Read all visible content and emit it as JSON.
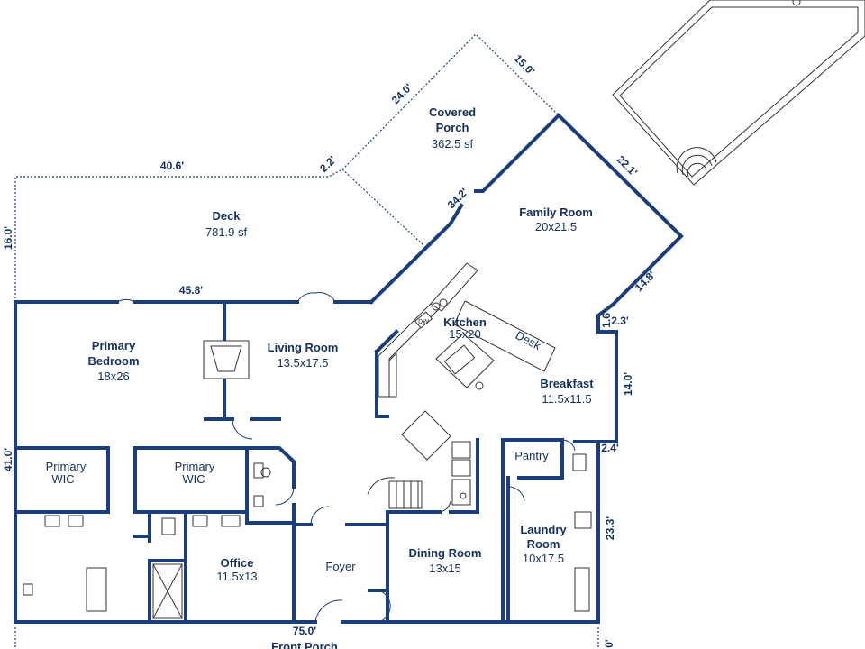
{
  "rooms": {
    "covered_porch": {
      "name": "Covered\nPorch",
      "line1": "Covered",
      "line2": "Porch",
      "area": "362.5 sf"
    },
    "deck": {
      "name": "Deck",
      "area": "781.9 sf"
    },
    "family_room": {
      "name": "Family Room",
      "size": "20x21.5"
    },
    "kitchen": {
      "name": "Kitchen",
      "size": "15x20"
    },
    "desk": {
      "name": "Desk"
    },
    "primary_bedroom": {
      "line1": "Primary",
      "line2": "Bedroom",
      "size": "18x26"
    },
    "living_room": {
      "name": "Living Room",
      "size": "13.5x17.5"
    },
    "breakfast": {
      "name": "Breakfast",
      "size": "11.5x11.5"
    },
    "primary_wic_1": {
      "line1": "Primary",
      "line2": "WIC"
    },
    "primary_wic_2": {
      "line1": "Primary",
      "line2": "WIC"
    },
    "pantry": {
      "name": "Pantry"
    },
    "laundry_room": {
      "line1": "Laundry",
      "line2": "Room",
      "size": "10x17.5"
    },
    "office": {
      "name": "Office",
      "size": "11.5x13"
    },
    "foyer": {
      "name": "Foyer"
    },
    "dining_room": {
      "name": "Dining Room",
      "size": "13x15"
    },
    "front_porch": {
      "name": "Front Porch"
    }
  },
  "dimensions": {
    "d_40_6": "40.6'",
    "d_2_2": "2.2'",
    "d_24_0": "24.0'",
    "d_15_0": "15.0'",
    "d_22_1": "22.1'",
    "d_34_2": "34.2'",
    "d_16_0": "16.0'",
    "d_45_8": "45.8'",
    "d_14_8": "14.8'",
    "d_2_3": "2.3'",
    "d_1_6": "1.6'",
    "d_14_0": "14.0'",
    "d_2_4": "2.4'",
    "d_41_0": "41.0'",
    "d_23_3": "23.3'",
    "d_75_0": "75.0'",
    "d_right_edge": "0'"
  },
  "appliance_labels": {
    "dishwasher": "DW"
  },
  "colors": {
    "wall": "#1a3e7c",
    "text": "#14305f",
    "background": "#ffffff"
  }
}
